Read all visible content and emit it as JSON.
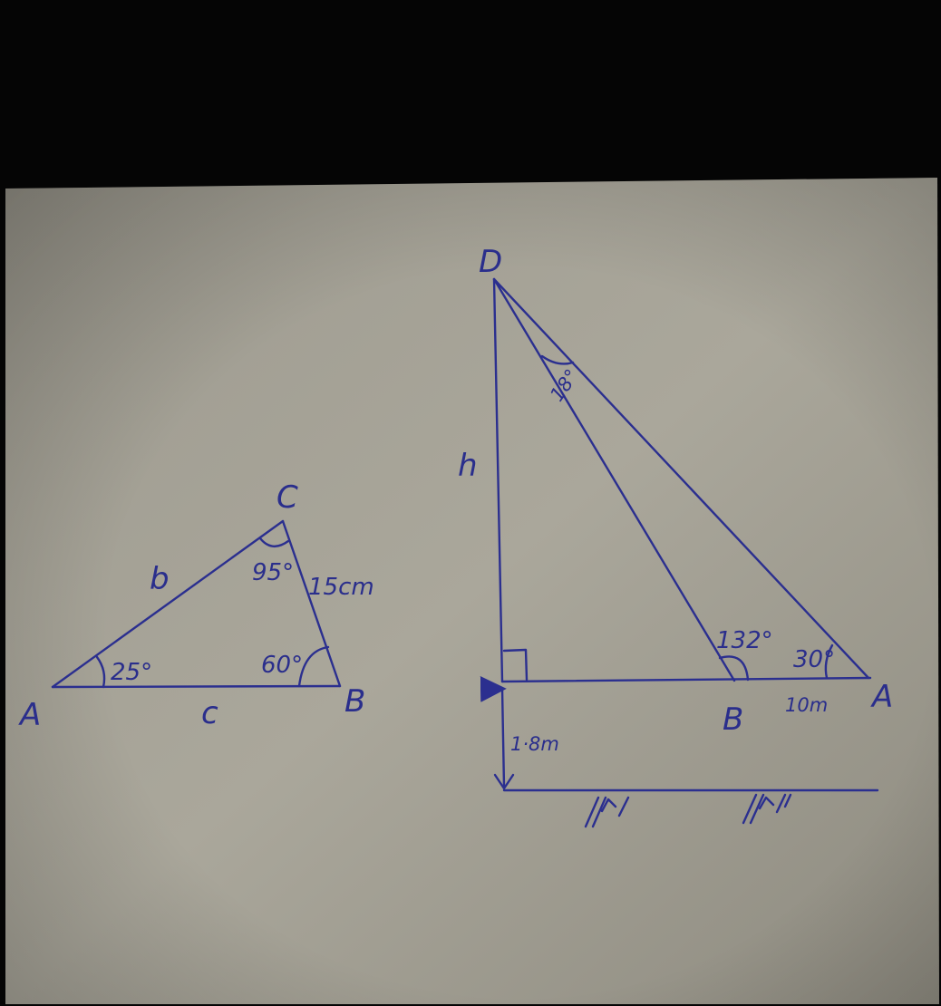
{
  "triangle_abc": {
    "vertices": {
      "a": "A",
      "b": "B",
      "c": "C"
    },
    "sides": {
      "b": "b",
      "c": "c",
      "bc": "15cm"
    },
    "angles": {
      "a": "25°",
      "b": "60°",
      "c": "95°"
    }
  },
  "elevation_figure": {
    "vertices": {
      "d": "D",
      "b": "B",
      "a": "A"
    },
    "height": "h",
    "angles": {
      "d": "18°",
      "b": "132°",
      "a": "30°"
    },
    "distance_ba": "10m",
    "eye_height": "1·8m"
  }
}
